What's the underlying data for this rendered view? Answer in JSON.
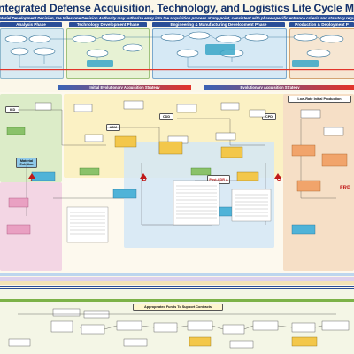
{
  "header": {
    "title": "ntegrated Defense Acquisition, Technology, and Logistics Life Cycle Management System",
    "subtitle": "e Materiel Development Decision, the Milestone Decision Authority may authorize entry into the acquisition process at any point, consistent with phase-specific entrance criteria and statutory requirements"
  },
  "phases": {
    "p1": "Analysis Phase",
    "p2": "Technology Development Phase",
    "p3": "Engineering & Manufacturing Development Phase",
    "p4": "Production & Deployment P"
  },
  "strategies": {
    "s1": "Initial Evolutionary Acquisition Strategy",
    "s2": "Evolutionary Acquisition Strategy"
  },
  "milestones": {
    "a": "A",
    "b": "B",
    "c": "C",
    "frp": "FRP"
  },
  "labels": {
    "materiel_solution": "Material Solution",
    "post_cdra": "Post-CDR A",
    "low_rate": "Low-Rate Initial Production",
    "funds": "Appropriated Funds To Support Contracts",
    "adm": "ADM",
    "cdd": "CDD",
    "cpd": "CPD",
    "icd": "ICD"
  },
  "colors": {
    "brand_blue": "#15326b",
    "phase_blue": "#2a4f98",
    "strategy_red": "#e3342a",
    "milestone_red": "#c01818"
  }
}
